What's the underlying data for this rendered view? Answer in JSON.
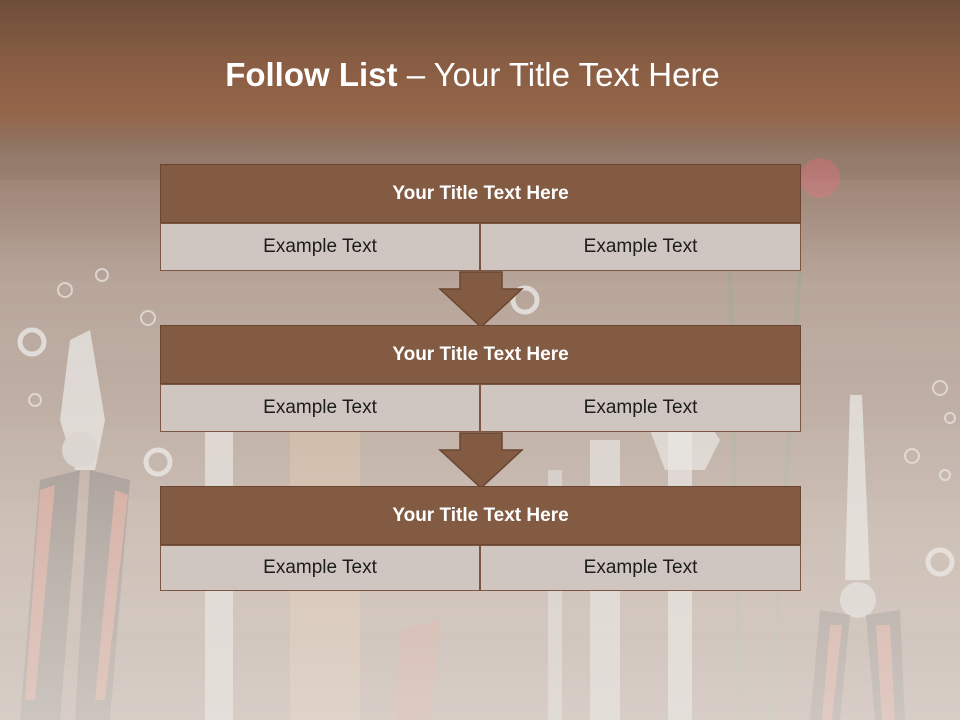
{
  "title": {
    "bold": "Follow List",
    "rest": " – Your Title Text Here"
  },
  "steps": [
    {
      "heading": "Your Title Text Here",
      "left": "Example Text",
      "right": "Example Text"
    },
    {
      "heading": "Your Title Text Here",
      "left": "Example Text",
      "right": "Example Text"
    },
    {
      "heading": "Your Title Text Here",
      "left": "Example Text",
      "right": "Example Text"
    }
  ],
  "colors": {
    "header_brown": "#835b43",
    "cell_fill": "#cfc6c1",
    "title_band": "#8a5e44"
  },
  "background_image": "wood-tools-photo"
}
